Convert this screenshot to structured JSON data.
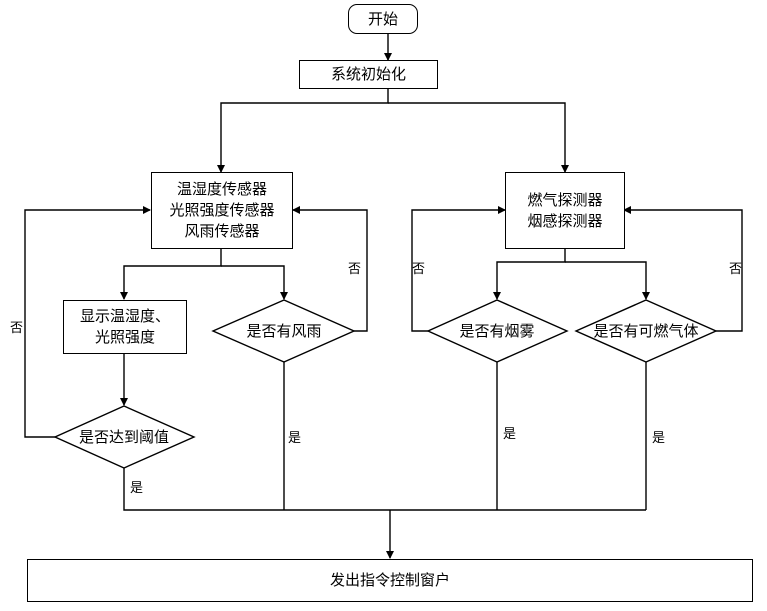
{
  "diagram": {
    "type": "flowchart",
    "nodes": {
      "start": "开始",
      "init": "系统初始化",
      "env_sensors": [
        "温湿度传感器",
        "光照强度传感器",
        "风雨传感器"
      ],
      "gas_sensors": [
        "燃气探测器",
        "烟感探测器"
      ],
      "display": [
        "显示温湿度、",
        "光照强度"
      ],
      "threshold_decision": "是否达到阈值",
      "wind_rain_decision": "是否有风雨",
      "smoke_decision": "是否有烟雾",
      "gas_decision": "是否有可燃气体",
      "output": "发出指令控制窗户"
    },
    "edge_labels": {
      "yes": "是",
      "no": "否"
    }
  }
}
